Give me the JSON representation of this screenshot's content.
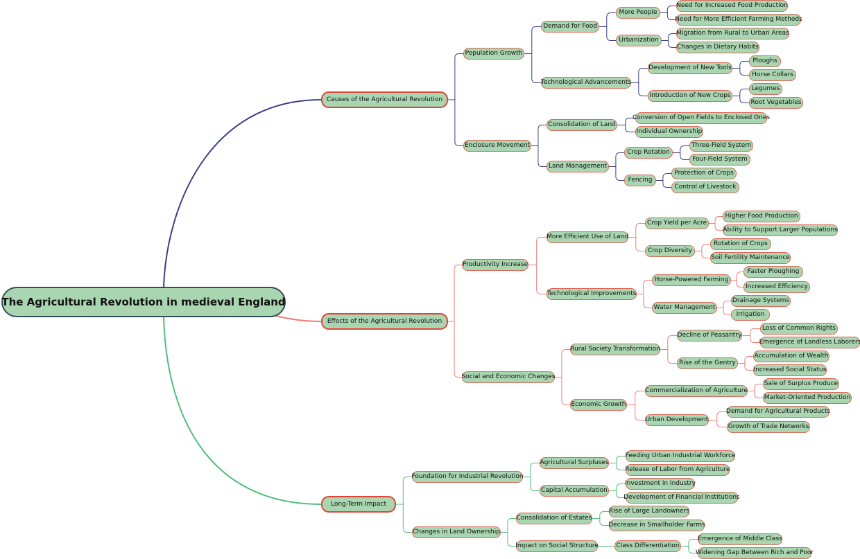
{
  "colors": {
    "node_fill": "#a9d5b0",
    "node_border": "#dc6a5a",
    "branch_1": "#3b3f86",
    "branch_2": "#f07a7a",
    "branch_3": "#4fbf7a"
  },
  "root": "The Agricultural Revolution in medieval England",
  "branches": [
    {
      "label": "Causes of the Agricultural Revolution",
      "children": [
        {
          "label": "Population Growth",
          "children": [
            {
              "label": "Demand for Food",
              "children": [
                {
                  "label": "More People",
                  "children": [
                    {
                      "label": "Need for Increased Food Production"
                    },
                    {
                      "label": "Need for More Efficient Farming Methods"
                    }
                  ]
                },
                {
                  "label": "Urbanization",
                  "children": [
                    {
                      "label": "Migration from Rural to Urban Areas"
                    },
                    {
                      "label": "Changes in Dietary Habits"
                    }
                  ]
                }
              ]
            },
            {
              "label": "Technological Advancements",
              "children": [
                {
                  "label": "Development of New Tools",
                  "children": [
                    {
                      "label": "Ploughs"
                    },
                    {
                      "label": "Horse Collars"
                    }
                  ]
                },
                {
                  "label": "Introduction of New Crops",
                  "children": [
                    {
                      "label": "Legumes"
                    },
                    {
                      "label": "Root Vegetables"
                    }
                  ]
                }
              ]
            }
          ]
        },
        {
          "label": "Enclosure Movement",
          "children": [
            {
              "label": "Consolidation of Land",
              "children": [
                {
                  "label": "Conversion of Open Fields to Enclosed Ones"
                },
                {
                  "label": "Individual Ownership"
                }
              ]
            },
            {
              "label": "Land Management",
              "children": [
                {
                  "label": "Crop Rotation",
                  "children": [
                    {
                      "label": "Three-Field System"
                    },
                    {
                      "label": "Four-Field System"
                    }
                  ]
                },
                {
                  "label": "Fencing",
                  "children": [
                    {
                      "label": "Protection of Crops"
                    },
                    {
                      "label": "Control of Livestock"
                    }
                  ]
                }
              ]
            }
          ]
        }
      ]
    },
    {
      "label": "Effects of the Agricultural Revolution",
      "children": [
        {
          "label": "Productivity Increase",
          "children": [
            {
              "label": "More Efficient Use of Land",
              "children": [
                {
                  "label": "Crop Yield per Acre",
                  "children": [
                    {
                      "label": "Higher Food Production"
                    },
                    {
                      "label": "Ability to Support Larger Populations"
                    }
                  ]
                },
                {
                  "label": "Crop Diversity",
                  "children": [
                    {
                      "label": "Rotation of Crops"
                    },
                    {
                      "label": "Soil Fertility Maintenance"
                    }
                  ]
                }
              ]
            },
            {
              "label": "Technological Improvements",
              "children": [
                {
                  "label": "Horse-Powered Farming",
                  "children": [
                    {
                      "label": "Faster Ploughing"
                    },
                    {
                      "label": "Increased Efficiency"
                    }
                  ]
                },
                {
                  "label": "Water Management",
                  "children": [
                    {
                      "label": "Drainage Systems"
                    },
                    {
                      "label": "Irrigation"
                    }
                  ]
                }
              ]
            }
          ]
        },
        {
          "label": "Social and Economic Changes",
          "children": [
            {
              "label": "Rural Society Transformation",
              "children": [
                {
                  "label": "Decline of Peasantry",
                  "children": [
                    {
                      "label": "Loss of Common Rights"
                    },
                    {
                      "label": "Emergence of Landless Laborers"
                    }
                  ]
                },
                {
                  "label": "Rise of the Gentry",
                  "children": [
                    {
                      "label": "Accumulation of Wealth"
                    },
                    {
                      "label": "Increased Social Status"
                    }
                  ]
                }
              ]
            },
            {
              "label": "Economic Growth",
              "children": [
                {
                  "label": "Commercialization of Agriculture",
                  "children": [
                    {
                      "label": "Sale of Surplus Produce"
                    },
                    {
                      "label": "Market-Oriented Production"
                    }
                  ]
                },
                {
                  "label": "Urban Development",
                  "children": [
                    {
                      "label": "Demand for Agricultural Products"
                    },
                    {
                      "label": "Growth of Trade Networks"
                    }
                  ]
                }
              ]
            }
          ]
        }
      ]
    },
    {
      "label": "Long-Term Impact",
      "children": [
        {
          "label": "Foundation for Industrial Revolution",
          "children": [
            {
              "label": "Agricultural Surpluses",
              "children": [
                {
                  "label": "Feeding Urban Industrial Workforce"
                },
                {
                  "label": "Release of Labor from Agriculture"
                }
              ]
            },
            {
              "label": "Capital Accumulation",
              "children": [
                {
                  "label": "Investment in Industry"
                },
                {
                  "label": "Development of Financial Institutions"
                }
              ]
            }
          ]
        },
        {
          "label": "Changes in Land Ownership",
          "children": [
            {
              "label": "Consolidation of Estates",
              "children": [
                {
                  "label": "Rise of Large Landowners"
                },
                {
                  "label": "Decrease in Smallholder Farms"
                }
              ]
            },
            {
              "label": "Impact on Social Structure",
              "children": [
                {
                  "label": "Class Differentiation",
                  "children": [
                    {
                      "label": "Emergence of Middle Class"
                    },
                    {
                      "label": "Widening Gap Between Rich and Poor"
                    }
                  ]
                }
              ]
            }
          ]
        }
      ]
    }
  ]
}
